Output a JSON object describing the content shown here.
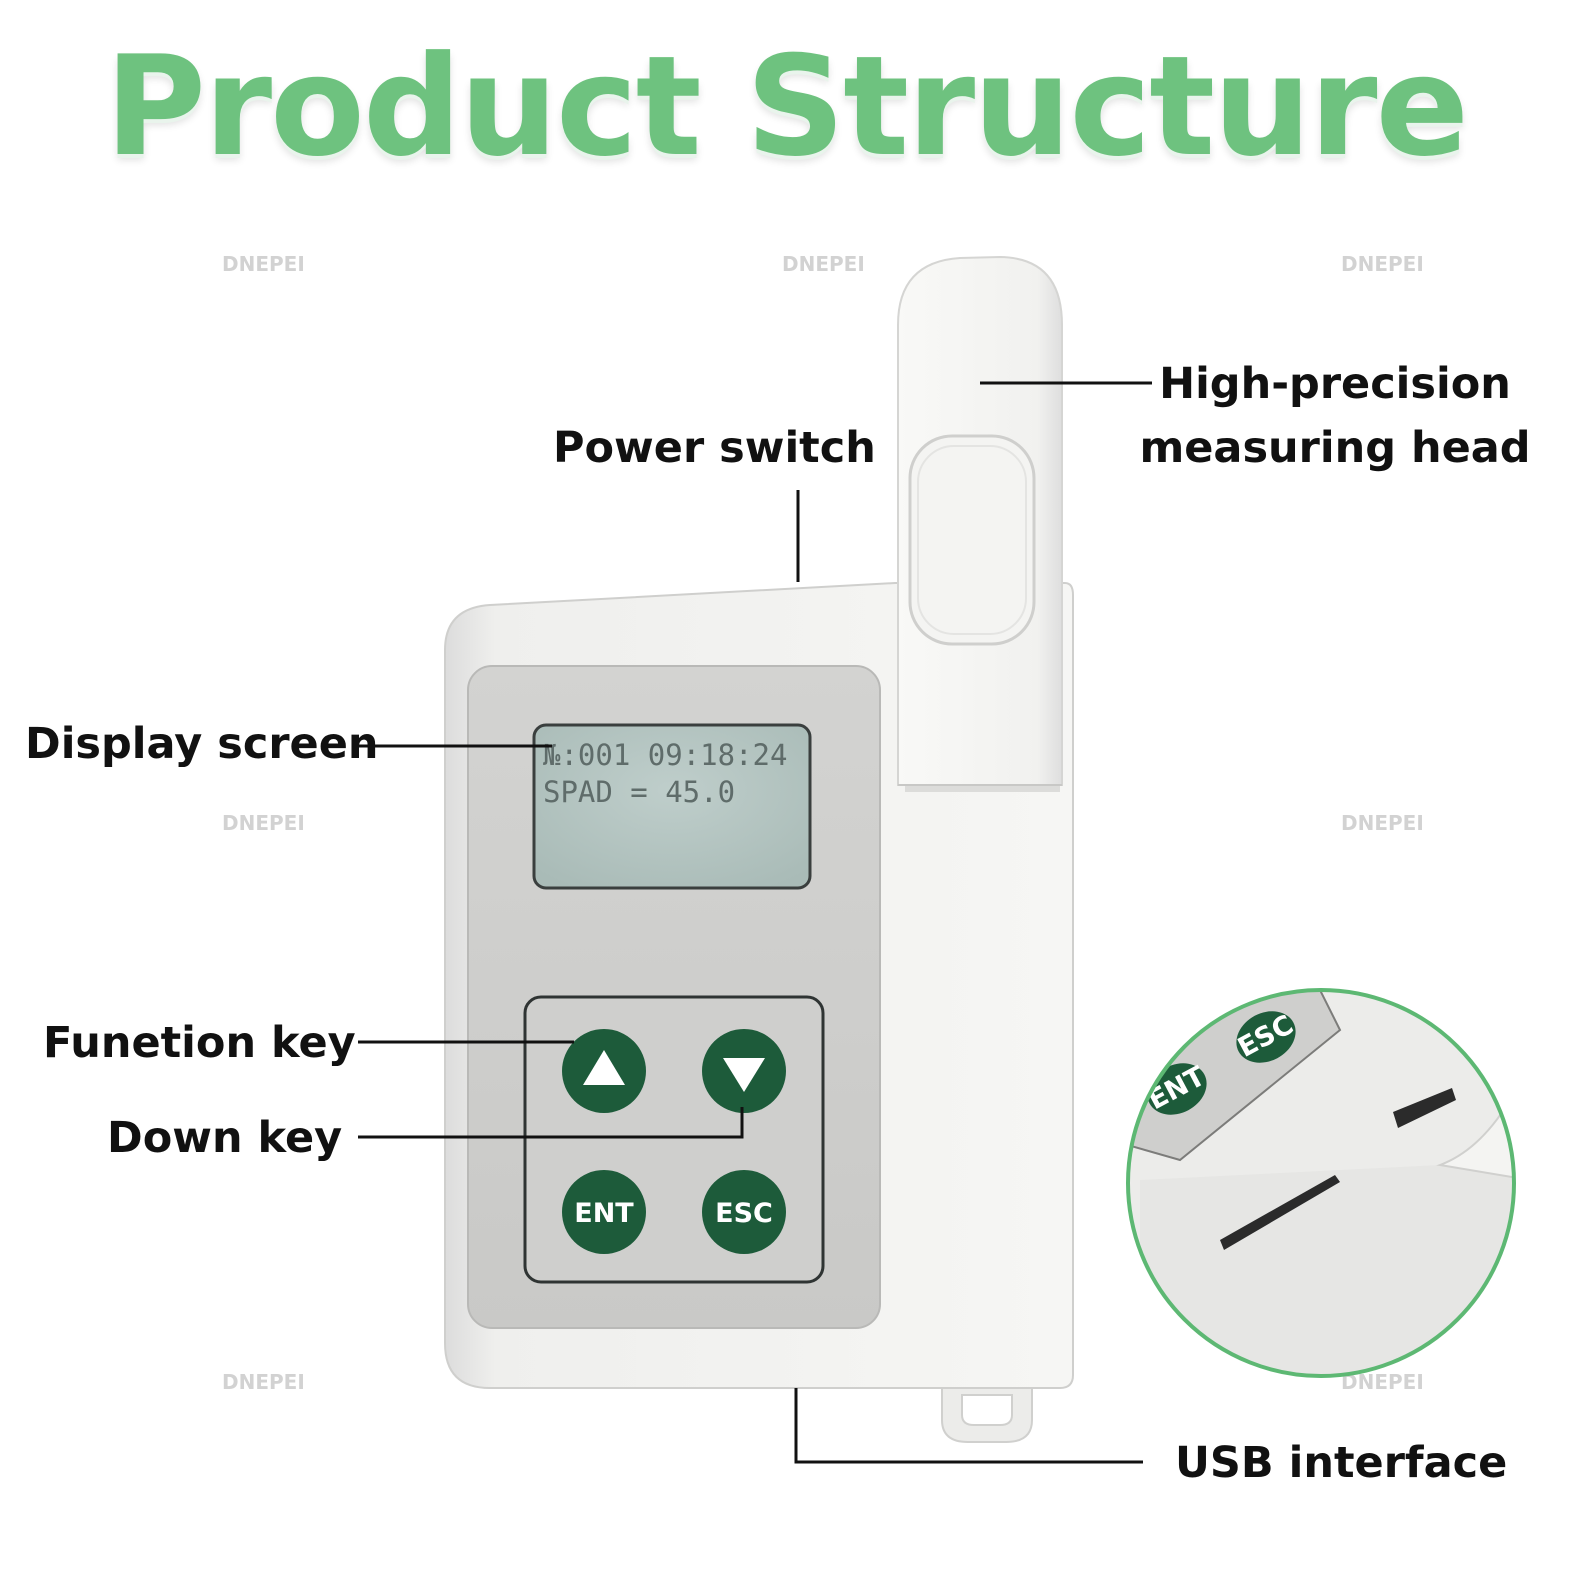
{
  "title": "Product Structure",
  "watermark": "DNEPEI",
  "labels": {
    "power_switch": "Power switch",
    "measuring_head_line1": "High-precision",
    "measuring_head_line2": "measuring head",
    "display_screen": "Display screen",
    "function_key": "Funetion key",
    "down_key": "Down key",
    "usb_interface": "USB interface"
  },
  "display": {
    "line1": "№:001 09:18:24",
    "line2": "SPAD = 45.0"
  },
  "keys": {
    "ent": "ENT",
    "esc": "ESC"
  },
  "colors": {
    "title_green": "#6ec27f",
    "key_green": "#1d5b3a",
    "circle_border": "#5db873",
    "lcd_background": "#b3c4c1"
  },
  "icons": [
    "up-triangle-icon",
    "down-triangle-icon"
  ]
}
